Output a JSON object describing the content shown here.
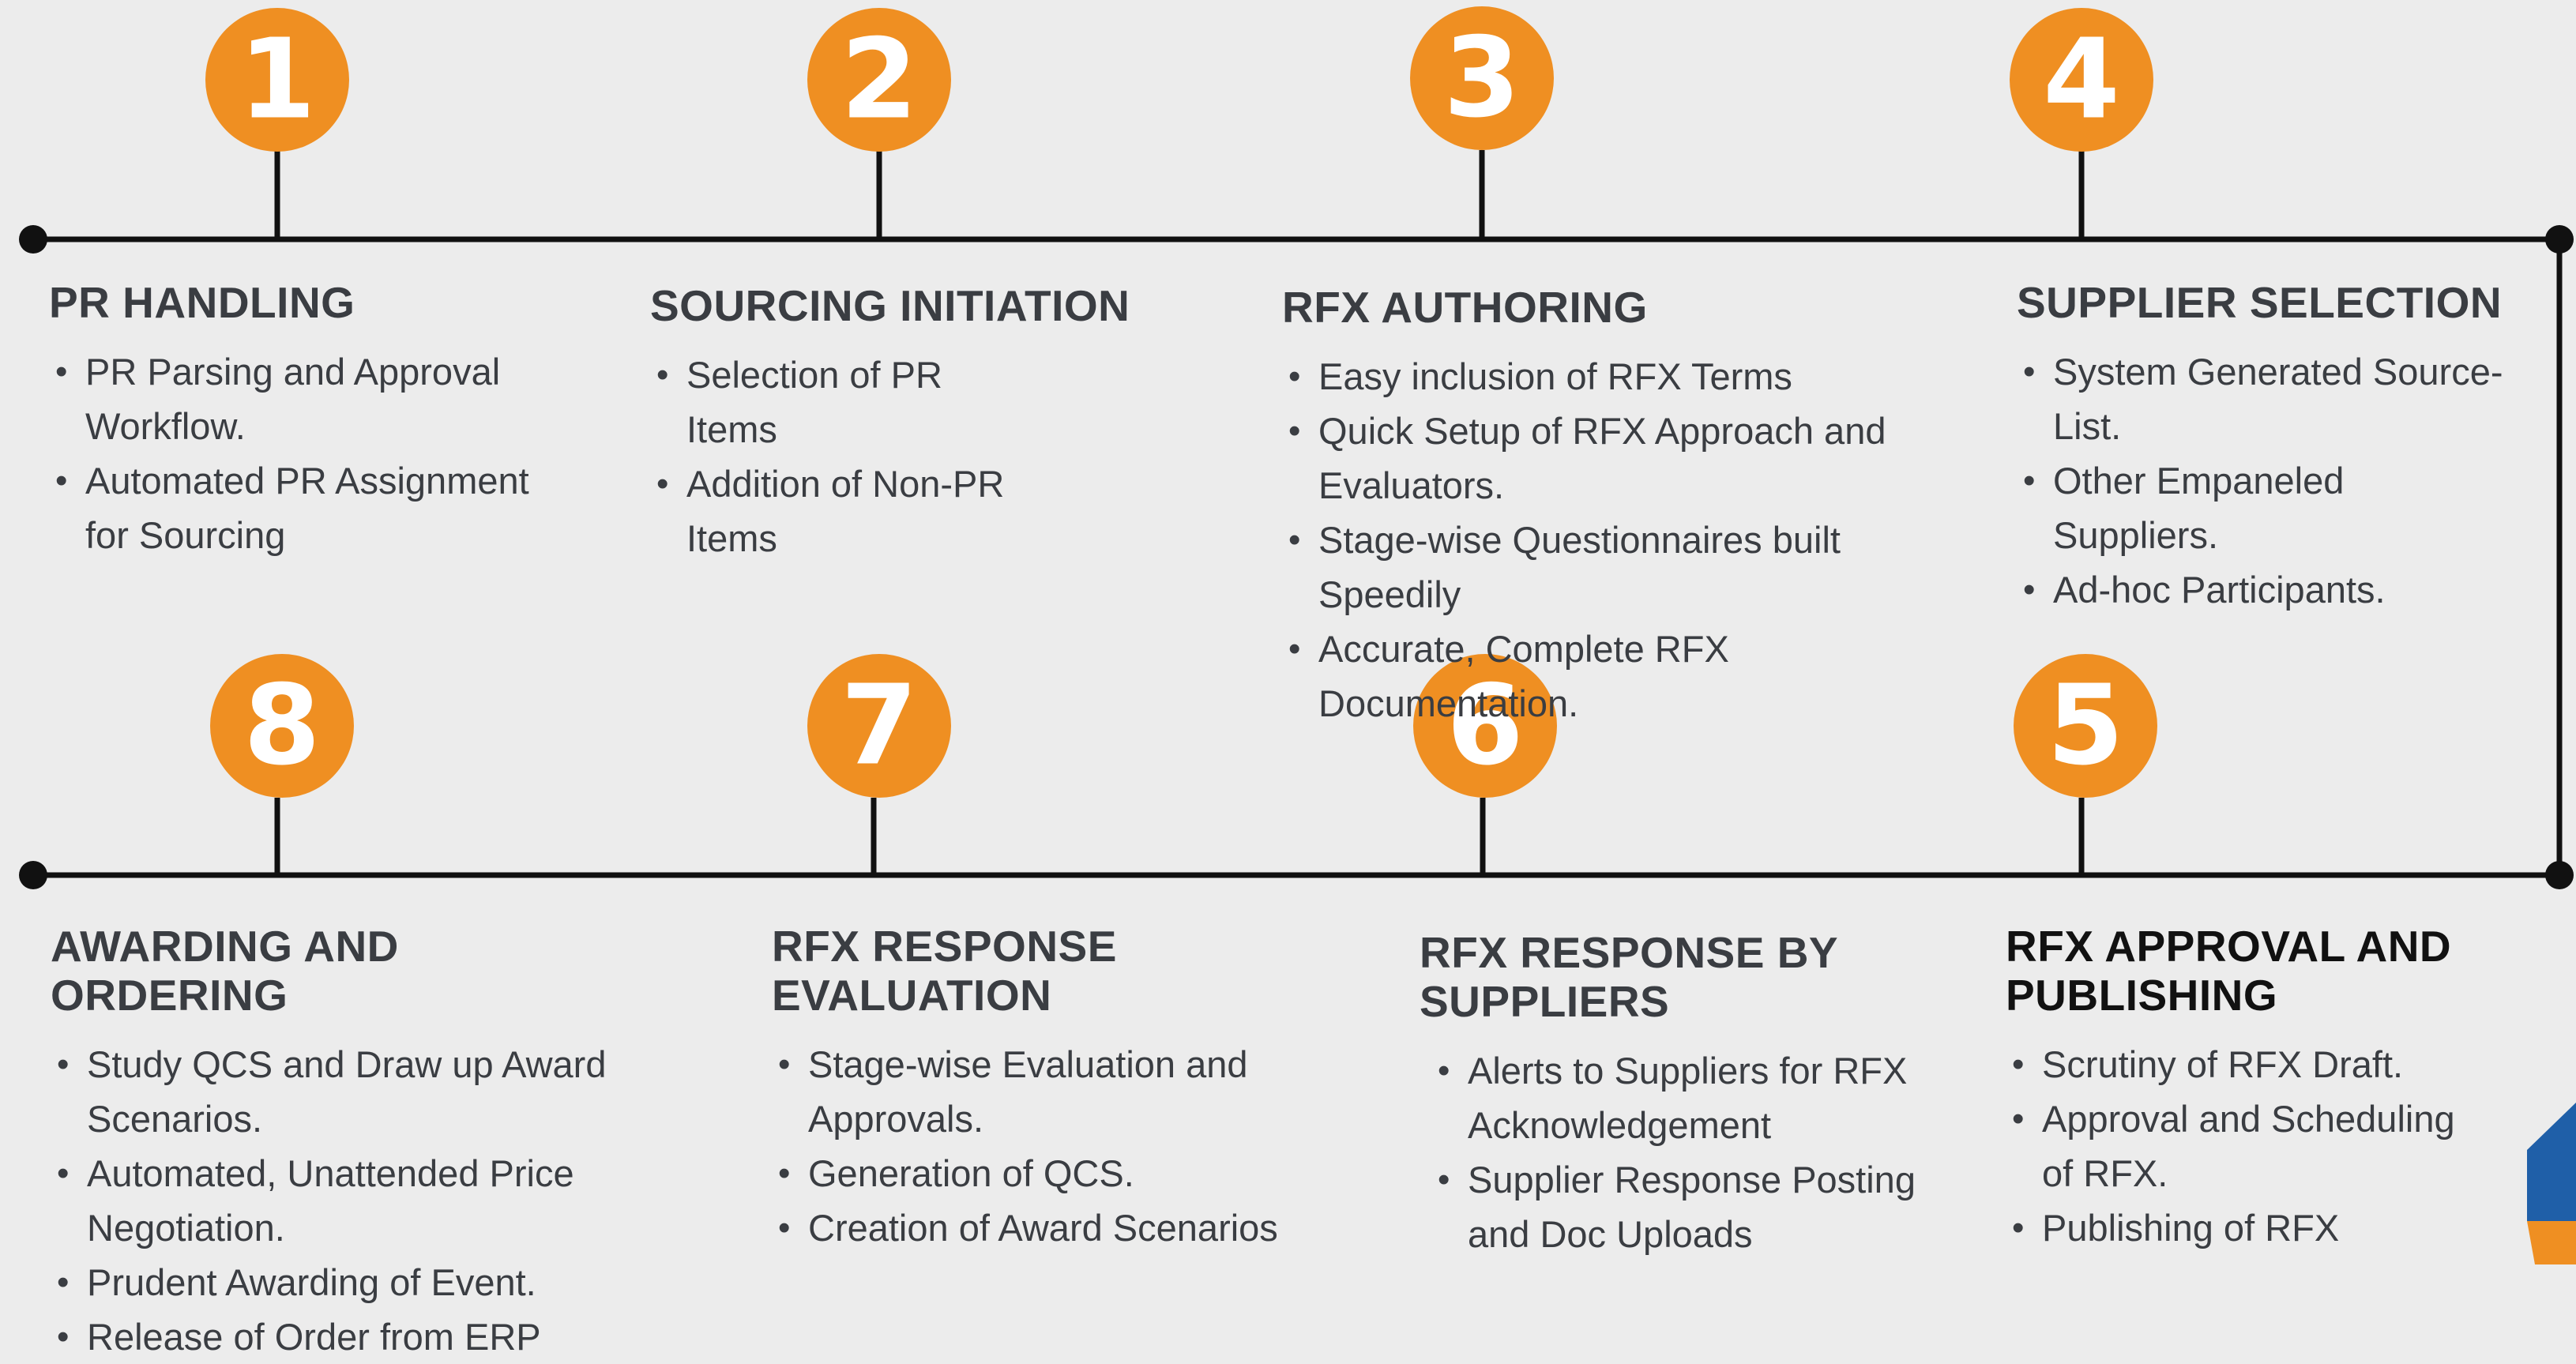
{
  "colors": {
    "background": "#ececec",
    "badge": "#ef8f22",
    "line": "#111111",
    "text": "#3a3d42"
  },
  "steps": [
    {
      "number": "1",
      "title": "PR HANDLING",
      "items": [
        "PR Parsing and Approval Workflow.",
        "Automated PR Assignment for Sourcing"
      ]
    },
    {
      "number": "2",
      "title": "SOURCING INITIATION",
      "items": [
        "Selection of PR Items",
        "Addition of Non-PR Items"
      ]
    },
    {
      "number": "3",
      "title": "RFX AUTHORING",
      "items": [
        "Easy inclusion of RFX Terms",
        "Quick Setup of RFX Approach and Evaluators.",
        "Stage-wise Questionnaires built Speedily",
        "Accurate, Complete RFX Documentation."
      ]
    },
    {
      "number": "4",
      "title": "SUPPLIER SELECTION",
      "items": [
        "System Generated Source-List.",
        "Other Empaneled Suppliers.",
        "Ad-hoc Participants."
      ]
    },
    {
      "number": "5",
      "title": "RFX APPROVAL AND PUBLISHING",
      "items": [
        "Scrutiny of RFX Draft.",
        "Approval and Scheduling of RFX.",
        "Publishing of RFX"
      ]
    },
    {
      "number": "6",
      "title": "RFX RESPONSE BY SUPPLIERS",
      "items": [
        "Alerts to Suppliers for RFX Acknowledgement",
        "Supplier Response Posting and Doc Uploads"
      ]
    },
    {
      "number": "7",
      "title": "RFX RESPONSE EVALUATION",
      "items": [
        "Stage-wise Evaluation and Approvals.",
        "Generation of QCS.",
        "Creation of Award Scenarios"
      ]
    },
    {
      "number": "8",
      "title": "AWARDING AND ORDERING",
      "items": [
        "Study QCS and Draw up Award Scenarios.",
        "Automated, Unattended Price Negotiation.",
        "Prudent Awarding of Event.",
        "Release of Order from ERP"
      ]
    }
  ]
}
